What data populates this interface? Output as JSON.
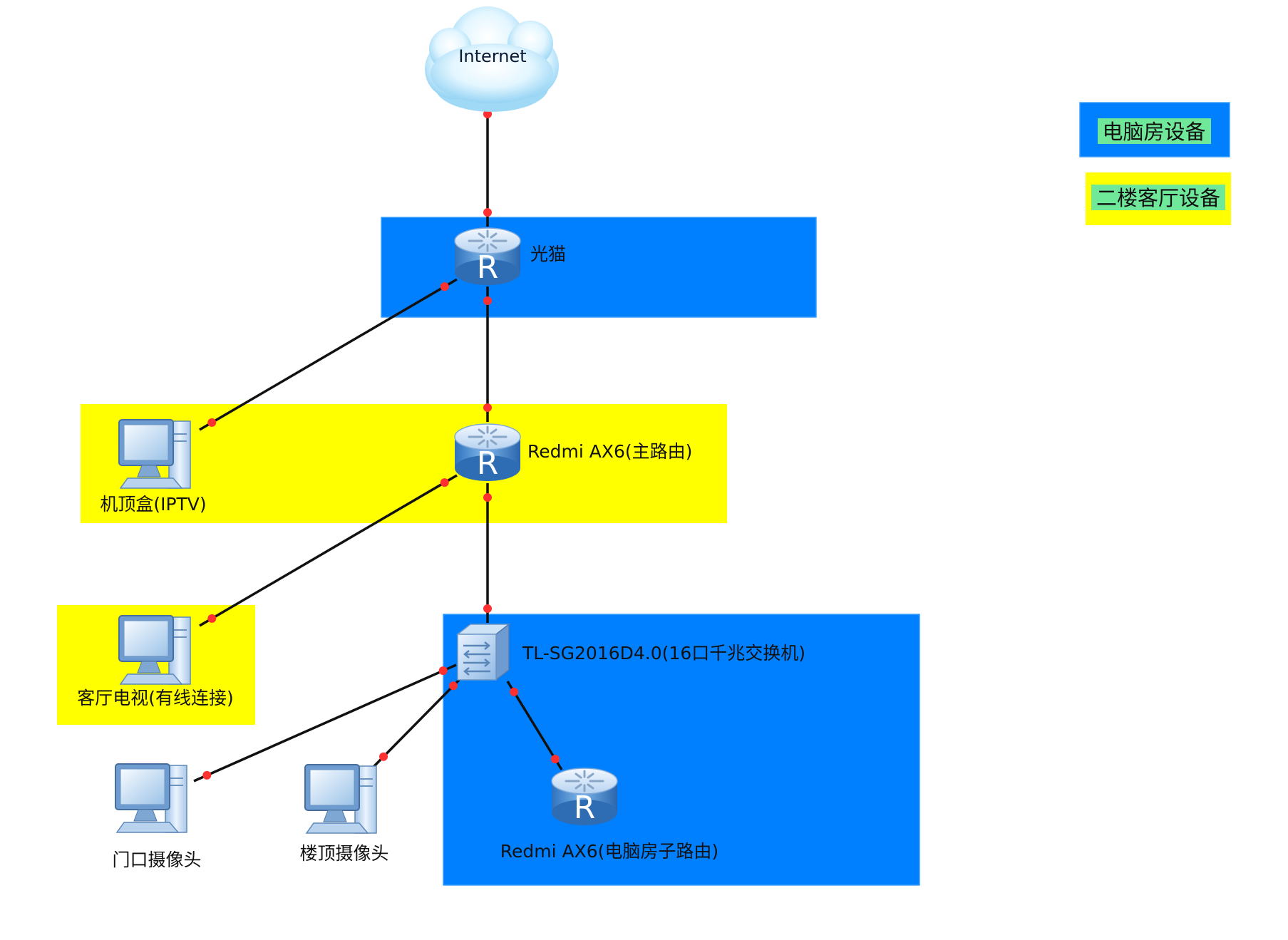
{
  "colors": {
    "computer_room": "#0080ff",
    "living_room": "#ffff00",
    "legend_label_bg": "#6fe89a",
    "link": "#111111",
    "port_dot": "#ff3030"
  },
  "legend": [
    {
      "label": "电脑房设备",
      "color": "#0080ff"
    },
    {
      "label": "二楼客厅设备",
      "color": "#ffff00"
    }
  ],
  "nodes": {
    "internet": {
      "label": "Internet",
      "icon": "cloud-icon"
    },
    "modem": {
      "label": "光猫",
      "icon": "router-icon"
    },
    "main_router": {
      "label": "Redmi AX6(主路由)",
      "icon": "router-icon"
    },
    "switch": {
      "label": "TL-SG2016D4.0(16口千兆交换机)",
      "icon": "switch-icon"
    },
    "sub_router": {
      "label": "Redmi AX6(电脑房子路由)",
      "icon": "router-icon"
    },
    "stb": {
      "label": "机顶盒(IPTV)",
      "icon": "pc-icon"
    },
    "tv": {
      "label": "客厅电视(有线连接)",
      "icon": "pc-icon"
    },
    "door_cam": {
      "label": "门口摄像头",
      "icon": "pc-icon"
    },
    "roof_cam": {
      "label": "楼顶摄像头",
      "icon": "pc-icon"
    }
  },
  "links": [
    {
      "from": "internet",
      "to": "modem"
    },
    {
      "from": "modem",
      "to": "stb"
    },
    {
      "from": "modem",
      "to": "main_router"
    },
    {
      "from": "main_router",
      "to": "tv"
    },
    {
      "from": "main_router",
      "to": "switch"
    },
    {
      "from": "switch",
      "to": "door_cam"
    },
    {
      "from": "switch",
      "to": "roof_cam"
    },
    {
      "from": "switch",
      "to": "sub_router"
    }
  ]
}
